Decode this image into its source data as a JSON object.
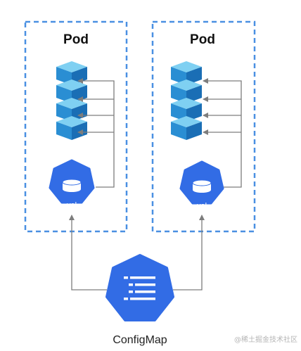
{
  "pods": [
    {
      "title": "Pod",
      "volume_label": "vol",
      "containers": 4
    },
    {
      "title": "Pod",
      "volume_label": "vol",
      "containers": 4
    }
  ],
  "configmap": {
    "label": "ConfigMap",
    "icon": "list-icon"
  },
  "watermark": "@稀土掘金技术社区",
  "colors": {
    "border": "#4a90e2",
    "cube_top": "#7fd0f2",
    "cube_left": "#2a8ed3",
    "cube_right": "#1a6eb5",
    "k8s_blue": "#326ce5",
    "arrow": "#7d7d7d"
  }
}
